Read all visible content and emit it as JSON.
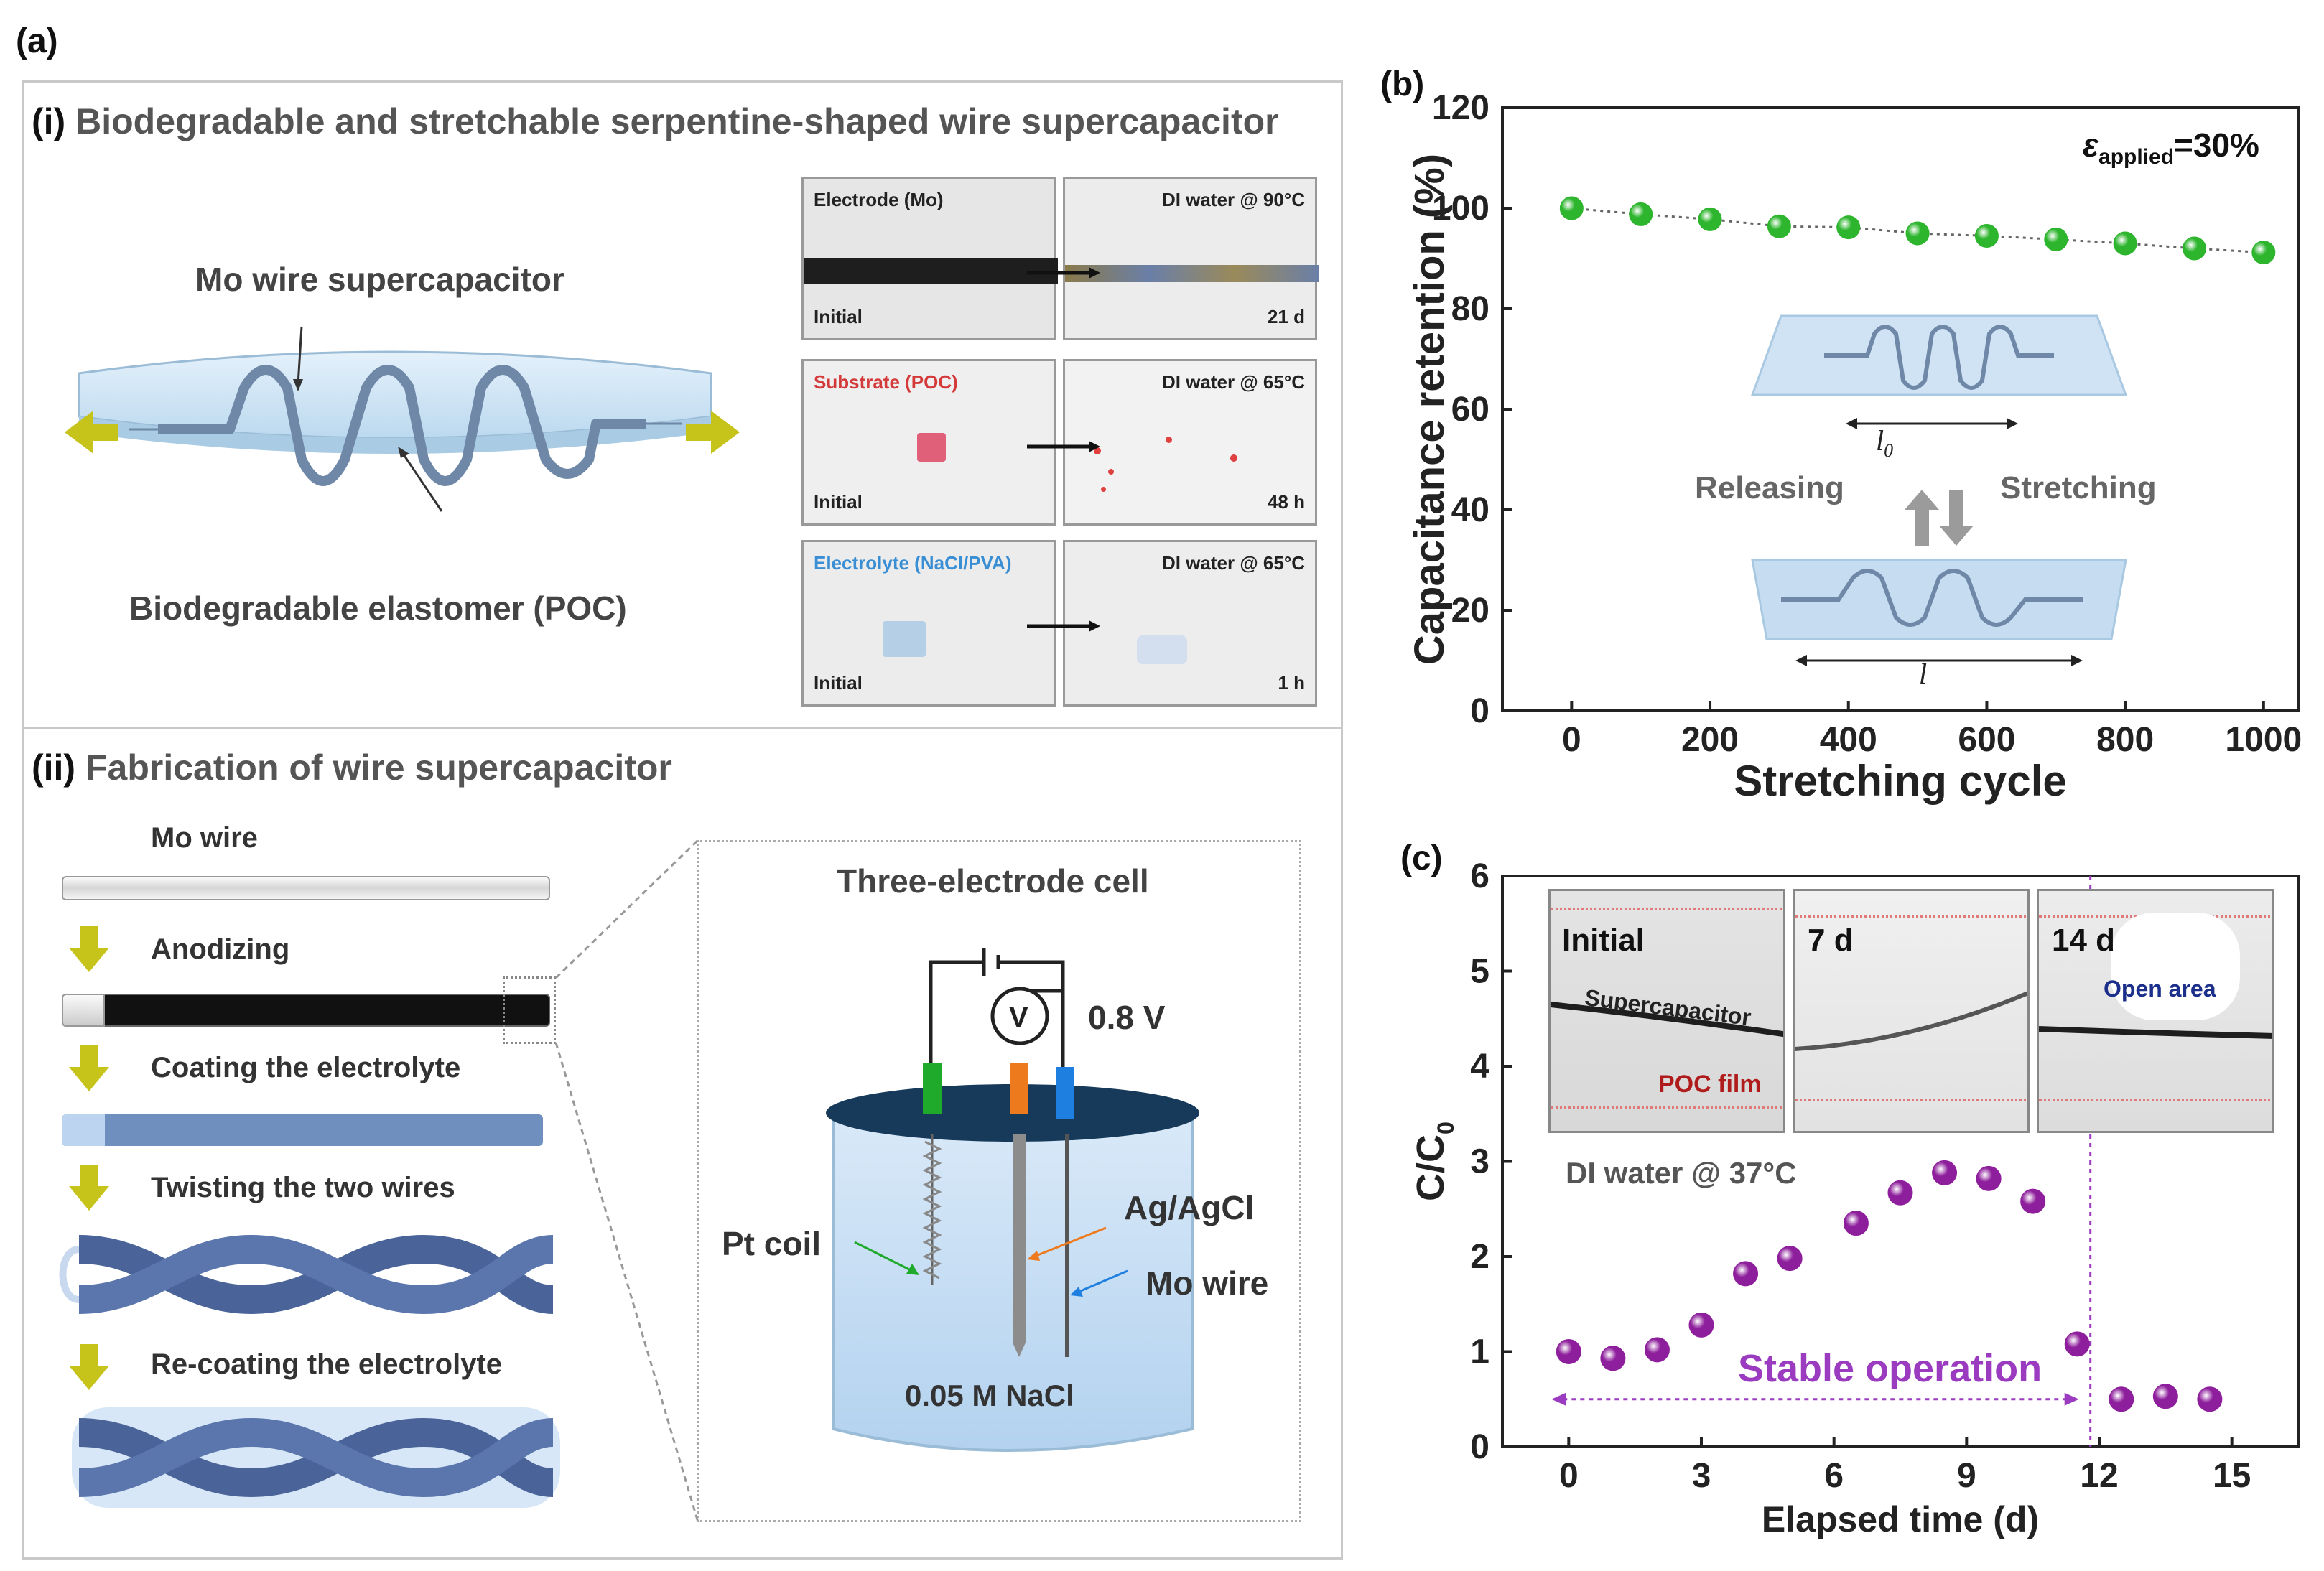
{
  "panel_labels": {
    "a": "(a)",
    "b": "(b)",
    "c": "(c)"
  },
  "panel_a": {
    "sub_i": {
      "marker": "(i)",
      "title": "Biodegradable and stretchable serpentine-shaped wire supercapacitor"
    },
    "sub_ii": {
      "marker": "(ii)",
      "title": "Fabrication of wire supercapacitor"
    },
    "schematic": {
      "wire_label": "Mo wire supercapacitor",
      "elastomer_label": "Biodegradable elastomer (POC)"
    },
    "photos": [
      {
        "left": "Electrode (Mo)",
        "left_color": "#222222",
        "left_bottom": "Initial",
        "right_top": "DI water @ 90°C",
        "right_bottom": "21 d"
      },
      {
        "left": "Substrate (POC)",
        "left_color": "#d43a3a",
        "left_bottom": "Initial",
        "right_top": "DI water @ 65°C",
        "right_bottom": "48 h"
      },
      {
        "left": "Electrolyte (NaCl/PVA)",
        "left_color": "#3a8fd4",
        "left_bottom": "Initial",
        "right_top": "DI water @ 65°C",
        "right_bottom": "1 h"
      }
    ],
    "steps": [
      "Mo wire",
      "Anodizing",
      "Coating the electrolyte",
      "Twisting the two wires",
      "Re-coating the electrolyte"
    ],
    "cell": {
      "title": "Three-electrode cell",
      "voltage": "0.8 V",
      "v_symbol": "V",
      "pt": "Pt coil",
      "ag": "Ag/AgCl",
      "mo": "Mo wire",
      "solution": "0.05 M NaCl"
    }
  },
  "panel_b": {
    "annotation_eps": "ε",
    "annotation_sub": "applied",
    "annotation_val": "=30%",
    "releasing": "Releasing",
    "stretching": "Stretching",
    "l0": "l",
    "l0_sub": "0",
    "l": "l",
    "point_color": "#2db52d"
  },
  "panel_c": {
    "insets": [
      {
        "title": "Initial",
        "label1": "Supercapacitor",
        "label2": "POC film",
        "label2_color": "#b01c1c"
      },
      {
        "title": "7 d",
        "label1": "",
        "label2": "",
        "label2_color": "#b01c1c"
      },
      {
        "title": "14 d",
        "label1": "Open area",
        "label2": "",
        "label2_color": "#1c2f8a"
      }
    ],
    "condition": "DI water @ 37°C",
    "stable": "Stable operation",
    "point_color": "#8e1f9c"
  },
  "chart_data": [
    {
      "type": "scatter",
      "xlabel": "Stretching cycle",
      "ylabel": "Capacitance retention (%)",
      "xlim": [
        -100,
        1050
      ],
      "ylim": [
        0,
        120
      ],
      "xticks": [
        0,
        200,
        400,
        600,
        800,
        1000
      ],
      "yticks": [
        0,
        20,
        40,
        60,
        80,
        100,
        120
      ],
      "x": [
        0,
        100,
        200,
        300,
        400,
        500,
        600,
        700,
        800,
        900,
        1000
      ],
      "y": [
        100,
        98.8,
        97.8,
        96.4,
        96.2,
        95,
        94.5,
        93.8,
        93,
        92,
        91.2
      ],
      "grid": false
    },
    {
      "type": "scatter",
      "xlabel": "Elapsed time (d)",
      "ylabel": "C/C",
      "ylabel_sub": "0",
      "xlim": [
        -1.5,
        16.5
      ],
      "ylim": [
        0,
        6
      ],
      "xticks": [
        0,
        3,
        6,
        9,
        12,
        15
      ],
      "yticks": [
        0,
        1,
        2,
        3,
        4,
        5,
        6
      ],
      "x": [
        0,
        1,
        2,
        3,
        4,
        5,
        6.5,
        7.5,
        8.5,
        9.5,
        10.5,
        11.5,
        12.5,
        13.5,
        14.5
      ],
      "y": [
        1.0,
        0.93,
        1.02,
        1.28,
        1.82,
        1.98,
        2.35,
        2.67,
        2.88,
        2.82,
        2.58,
        1.08,
        0.5,
        0.53,
        0.5
      ],
      "vline_x": 11.8,
      "grid": false
    }
  ]
}
